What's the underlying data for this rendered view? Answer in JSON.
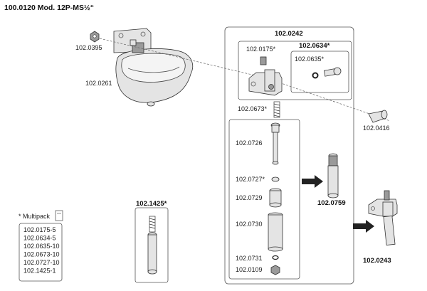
{
  "title": "100.0120 Mod. 12P-MS½“",
  "labels": {
    "p0395": "102.0395",
    "p0261": "102.0261",
    "p0242": "102.0242",
    "p0175": "102.0175*",
    "p0634": "102.0634*",
    "p0635": "102.0635*",
    "p0416": "102.0416",
    "p0673": "102.0673*",
    "p0726": "102.0726",
    "p0727": "102.0727*",
    "p0729": "102.0729",
    "p0730": "102.0730",
    "p0731": "102.0731",
    "p0109": "102.0109",
    "p0759": "102.0759",
    "p0243": "102.0243",
    "p1425": "102.1425*"
  },
  "multipack": {
    "heading": "* Multipack",
    "items": [
      "102.0175-5",
      "102.0634-5",
      "102.0635-10",
      "102.0673-10",
      "102.0727-10",
      "102.1425-1"
    ]
  },
  "icons": [
    "multipack-box-icon",
    "arrow-right-icon"
  ]
}
